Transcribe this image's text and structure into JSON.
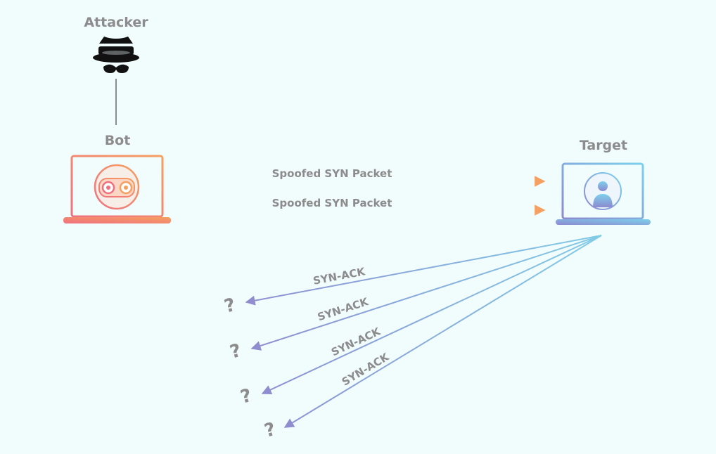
{
  "nodes": {
    "attacker": {
      "label": "Attacker",
      "icon": "spy-hat-icon"
    },
    "bot": {
      "label": "Bot",
      "icon": "robot-face-icon"
    },
    "target": {
      "label": "Target",
      "icon": "user-icon"
    }
  },
  "edges": {
    "spoofed_1": "Spoofed SYN Packet",
    "spoofed_2": "Spoofed SYN Packet",
    "synack": [
      "SYN-ACK",
      "SYN-ACK",
      "SYN-ACK",
      "SYN-ACK"
    ]
  },
  "unknown_marks": [
    "?",
    "?",
    "?",
    "?"
  ],
  "colors": {
    "background": "#f1fcfd",
    "label": "#8c8c8c",
    "bot_gradient": [
      "#f07080",
      "#f5a060"
    ],
    "target_gradient": [
      "#8c8ad0",
      "#7dd0ec"
    ],
    "synack_gradient": [
      "#8f8cd0",
      "#82cce6"
    ]
  }
}
